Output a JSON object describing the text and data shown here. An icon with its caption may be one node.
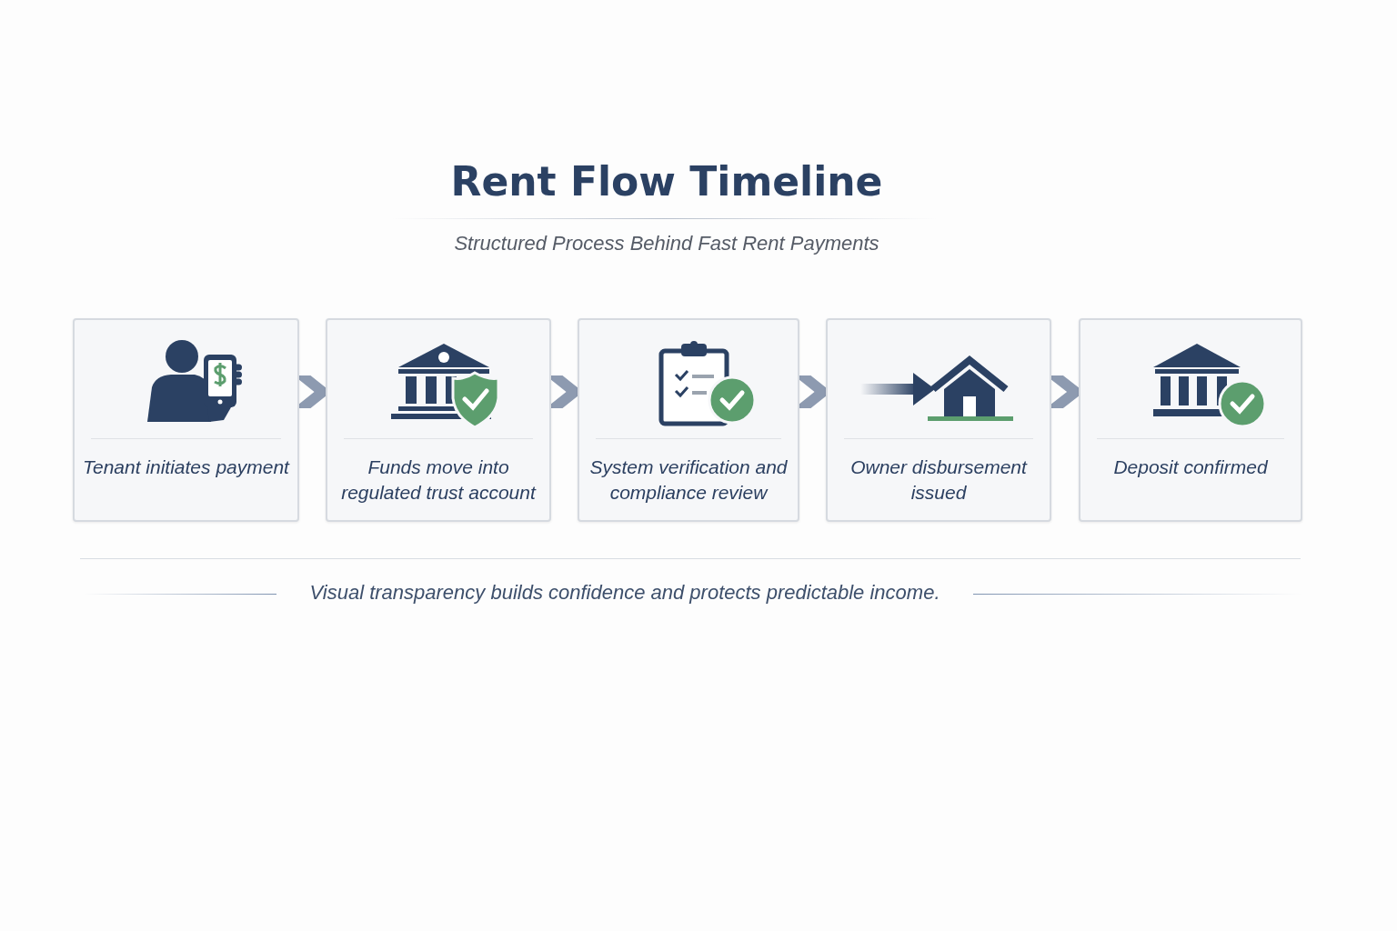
{
  "diagram": {
    "title": "Rent Flow Timeline",
    "nodes": [
      {
        "text": [
          "Tenant initiates payment"
        ]
      },
      {
        "text": [
          "Funds move into regulated trust account"
        ]
      },
      {
        "text": [
          "System verification and compliance review"
        ]
      },
      {
        "text": [
          "Owner disbursement issued"
        ]
      },
      {
        "text": [
          "Deposit confirmed"
        ]
      }
    ],
    "edges": [
      {
        "from": 0,
        "to": 1,
        "arrow": "to"
      },
      {
        "from": 1,
        "to": 2,
        "arrow": "to"
      },
      {
        "from": 2,
        "to": 3,
        "arrow": "to"
      },
      {
        "from": 3,
        "to": 4,
        "arrow": "to"
      }
    ],
    "labels": [
      "Structured Process Behind Fast Rent Payments",
      "Visual transparency builds confidence and protects predictable income."
    ]
  }
}
